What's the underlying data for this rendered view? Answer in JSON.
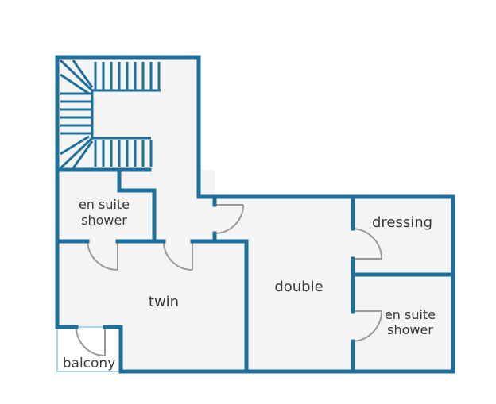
{
  "colors": {
    "wall": "#1f6f9c",
    "floor": "#f4f4f4",
    "door": "#9a9a9a",
    "balcony_edge": "#a9d6ec",
    "text": "#3a3a3a"
  },
  "rooms": {
    "ensuite_left": {
      "line1": "en suite",
      "line2": "shower"
    },
    "twin": {
      "label": "twin"
    },
    "balcony": {
      "label": "balcony"
    },
    "double": {
      "label": "double"
    },
    "dressing": {
      "label": "dressing"
    },
    "ensuite_right": {
      "line1": "en suite",
      "line2": "shower"
    }
  },
  "icons": [
    "staircase-icon",
    "door-swing-icon"
  ]
}
